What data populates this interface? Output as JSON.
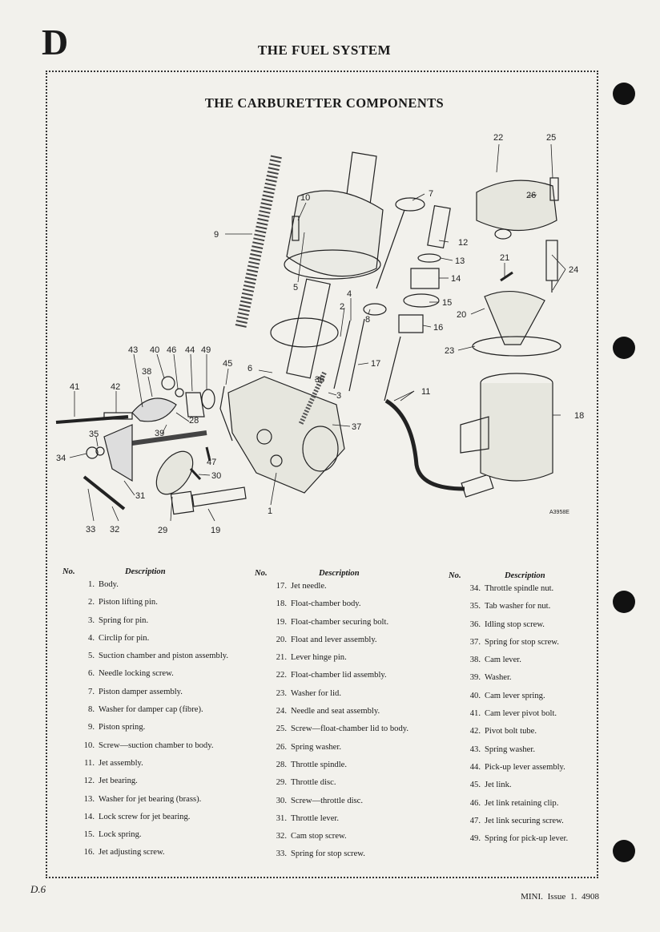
{
  "header": {
    "section_letter": "D",
    "title": "THE FUEL SYSTEM"
  },
  "figure": {
    "title": "THE CARBURETTER COMPONENTS",
    "ref_code": "A3958E",
    "callouts": [
      "1",
      "2",
      "3",
      "4",
      "5",
      "6",
      "7",
      "8",
      "9",
      "10",
      "11",
      "12",
      "13",
      "14",
      "15",
      "16",
      "17",
      "18",
      "19",
      "20",
      "21",
      "22",
      "23",
      "24",
      "25",
      "26",
      "28",
      "29",
      "30",
      "31",
      "32",
      "33",
      "34",
      "35",
      "36",
      "37",
      "38",
      "39",
      "40",
      "41",
      "42",
      "43",
      "44",
      "45",
      "46",
      "47",
      "49"
    ]
  },
  "parts_table": {
    "header_no": "No.",
    "header_desc": "Description",
    "columns": [
      [
        {
          "no": "1.",
          "desc": "Body."
        },
        {
          "no": "2.",
          "desc": "Piston lifting pin."
        },
        {
          "no": "3.",
          "desc": "Spring for pin."
        },
        {
          "no": "4.",
          "desc": "Circlip for pin."
        },
        {
          "no": "5.",
          "desc": "Suction chamber and piston assembly."
        },
        {
          "no": "6.",
          "desc": "Needle locking screw."
        },
        {
          "no": "7.",
          "desc": "Piston damper assembly."
        },
        {
          "no": "8.",
          "desc": "Washer for damper cap (fibre)."
        },
        {
          "no": "9.",
          "desc": "Piston spring."
        },
        {
          "no": "10.",
          "desc": "Screw—suction chamber to body."
        },
        {
          "no": "11.",
          "desc": "Jet assembly."
        },
        {
          "no": "12.",
          "desc": "Jet bearing."
        },
        {
          "no": "13.",
          "desc": "Washer for jet bearing (brass)."
        },
        {
          "no": "14.",
          "desc": "Lock screw for jet bearing."
        },
        {
          "no": "15.",
          "desc": "Lock spring."
        },
        {
          "no": "16.",
          "desc": "Jet adjusting screw."
        }
      ],
      [
        {
          "no": "17.",
          "desc": "Jet needle."
        },
        {
          "no": "18.",
          "desc": "Float-chamber body."
        },
        {
          "no": "19.",
          "desc": "Float-chamber securing bolt."
        },
        {
          "no": "20.",
          "desc": "Float and lever assembly."
        },
        {
          "no": "21.",
          "desc": "Lever hinge pin."
        },
        {
          "no": "22.",
          "desc": "Float-chamber lid assembly."
        },
        {
          "no": "23.",
          "desc": "Washer for lid."
        },
        {
          "no": "24.",
          "desc": "Needle and seat assembly."
        },
        {
          "no": "25.",
          "desc": "Screw—float-chamber lid to body."
        },
        {
          "no": "26.",
          "desc": "Spring washer."
        },
        {
          "no": "28.",
          "desc": "Throttle spindle."
        },
        {
          "no": "29.",
          "desc": "Throttle disc."
        },
        {
          "no": "30.",
          "desc": "Screw—throttle disc."
        },
        {
          "no": "31.",
          "desc": "Throttle lever."
        },
        {
          "no": "32.",
          "desc": "Cam stop screw."
        },
        {
          "no": "33.",
          "desc": "Spring for stop screw."
        }
      ],
      [
        {
          "no": "34.",
          "desc": "Throttle spindle nut."
        },
        {
          "no": "35.",
          "desc": "Tab washer for nut."
        },
        {
          "no": "36.",
          "desc": "Idling stop screw."
        },
        {
          "no": "37.",
          "desc": "Spring for stop screw."
        },
        {
          "no": "38.",
          "desc": "Cam lever."
        },
        {
          "no": "39.",
          "desc": "Washer."
        },
        {
          "no": "40.",
          "desc": "Cam lever spring."
        },
        {
          "no": "41.",
          "desc": "Cam lever pivot bolt."
        },
        {
          "no": "42.",
          "desc": "Pivot bolt tube."
        },
        {
          "no": "43.",
          "desc": "Spring washer."
        },
        {
          "no": "44.",
          "desc": "Pick-up lever assembly."
        },
        {
          "no": "45.",
          "desc": "Jet link."
        },
        {
          "no": "46.",
          "desc": "Jet link retaining clip."
        },
        {
          "no": "47.",
          "desc": "Jet link securing screw."
        },
        {
          "no": "49.",
          "desc": "Spring for pick-up lever."
        }
      ]
    ]
  },
  "footer": {
    "page_ref": "D.6",
    "edition": "MINI.  Issue 1.  4908"
  }
}
